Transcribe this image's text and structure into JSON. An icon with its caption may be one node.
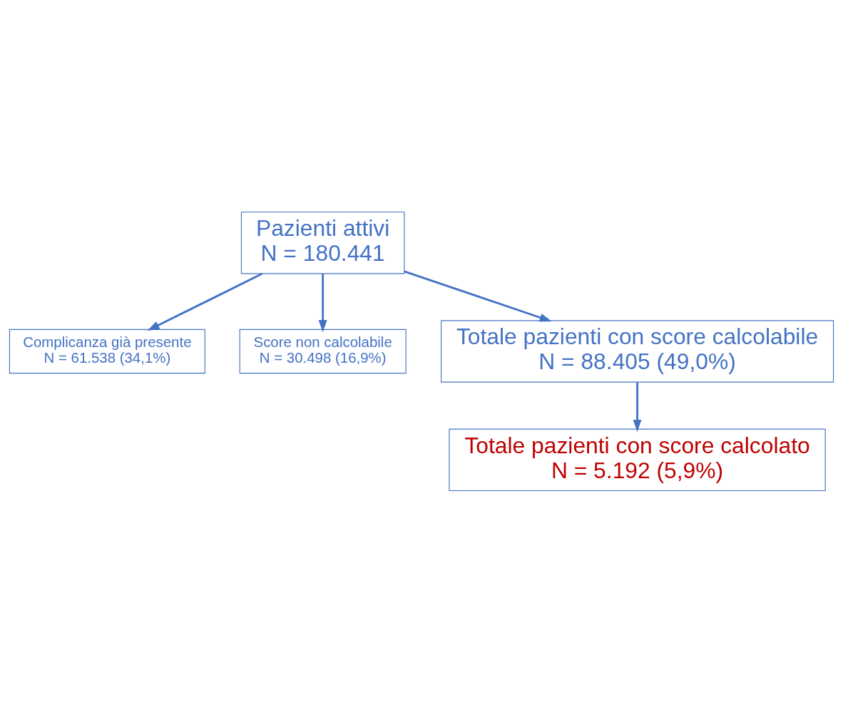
{
  "diagram": {
    "nodes": [
      {
        "text": [
          "Pazienti attivi",
          "N = 180.441"
        ]
      },
      {
        "text": [
          "Complicanza già presente",
          "N = 61.538 (34,1%)"
        ]
      },
      {
        "text": [
          "Score non calcolabile",
          "N = 30.498 (16,9%)"
        ]
      },
      {
        "text": [
          "Totale pazienti con score calcolabile",
          "N = 88.405 (49,0%)"
        ]
      },
      {
        "text": [
          "Totale pazienti con score calcolato",
          "N = 5.192 (5,9%)"
        ]
      }
    ],
    "edges": [
      {
        "from": 0,
        "to": 1,
        "arrow": "to"
      },
      {
        "from": 0,
        "to": 2,
        "arrow": "to"
      },
      {
        "from": 0,
        "to": 3,
        "arrow": "to"
      },
      {
        "from": 3,
        "to": 4,
        "arrow": "to"
      }
    ]
  }
}
